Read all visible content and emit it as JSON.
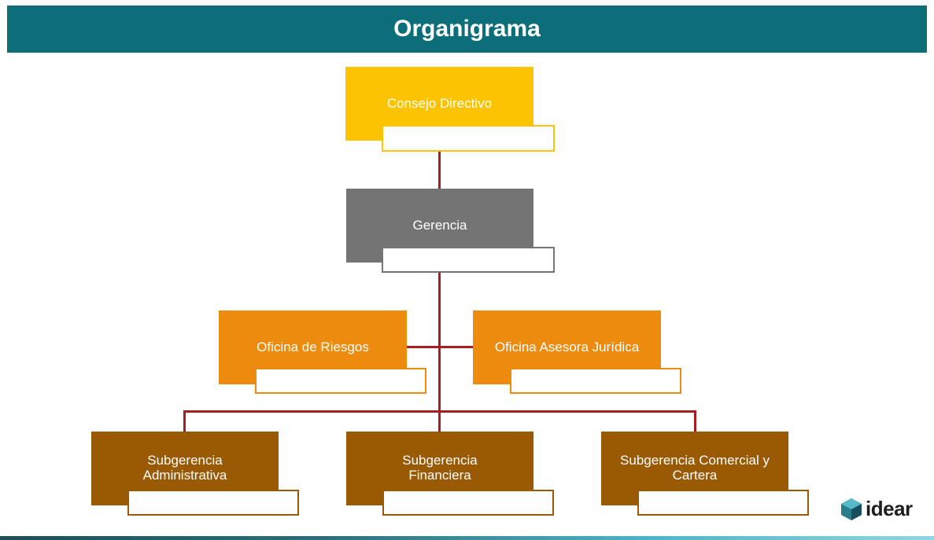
{
  "title": "Organigrama",
  "nodes": {
    "consejo": "Consejo Directivo",
    "gerencia": "Gerencia",
    "riesgos": "Oficina de Riesgos",
    "asesora": "Oficina Asesora Jurídica",
    "sub_admin": "Subgerencia Administrativa",
    "sub_fin": "Subgerencia Financiera",
    "sub_com": "Subgerencia Comercial y Cartera"
  },
  "logo": {
    "text": "idear",
    "icon": "hexagon-cube-icon"
  },
  "colors": {
    "header": "#0b6e78",
    "consejo": "#fbc301",
    "gerencia": "#747474",
    "oficina": "#ec8b0d",
    "subgerencia": "#9a5a04",
    "connector": "#a81c22"
  }
}
